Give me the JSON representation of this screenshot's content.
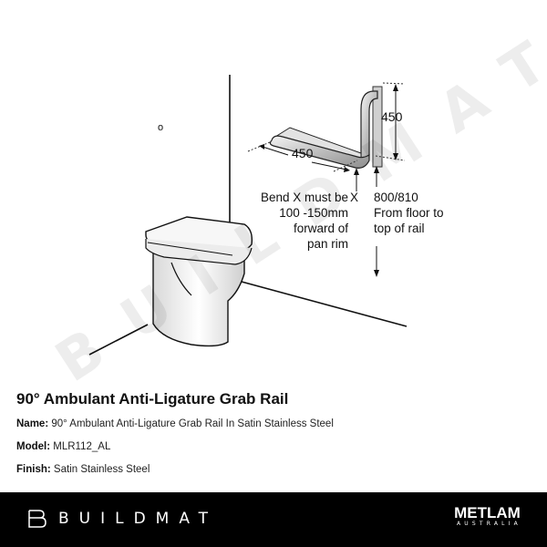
{
  "diagram": {
    "labels": {
      "horizontal_dim": "450",
      "vertical_dim": "450",
      "bend_marker": "X",
      "bend_note": [
        "Bend X must be",
        "100 -150mm",
        "forward of",
        "pan rim"
      ],
      "height_note": [
        "800/810",
        "From floor to",
        "top of rail"
      ],
      "wall_mark": "o"
    },
    "watermark": "BUILDMAT"
  },
  "product": {
    "title": "90° Ambulant Anti-Ligature Grab Rail",
    "fields": [
      {
        "label": "Name:",
        "value": "90° Ambulant Anti-Ligature Grab Rail In Satin Stainless Steel"
      },
      {
        "label": "Model:",
        "value": "MLR112_AL"
      },
      {
        "label": "Finish:",
        "value": "Satin Stainless Steel"
      }
    ]
  },
  "footer": {
    "brand": "BUILDMAT",
    "partner_main": "METLAM",
    "partner_sub": "AUSTRALIA",
    "background": "#000000"
  }
}
